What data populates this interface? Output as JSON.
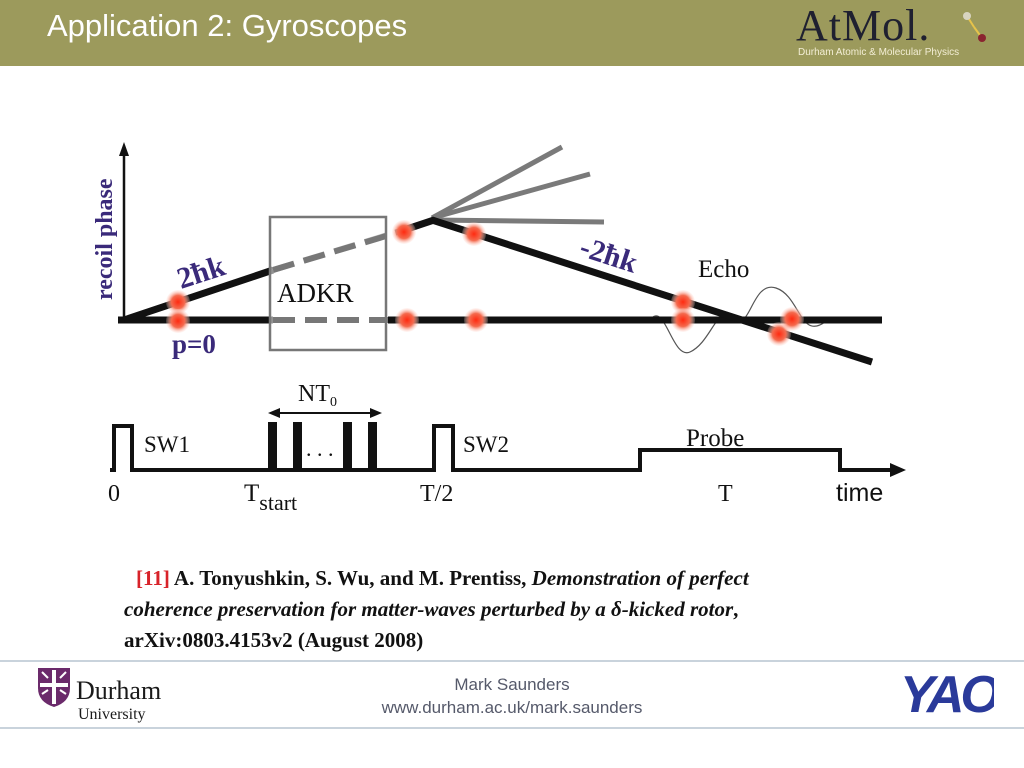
{
  "header": {
    "title": "Application 2: Gyroscopes",
    "logo_text": "AtMol.",
    "logo_subtitle": "Durham Atomic & Molecular Physics",
    "background_color": "#9c9a5c"
  },
  "diagram": {
    "y_axis_label": "recoil phase",
    "label_2hk": "2ħk",
    "label_minus_2hk": "-2ħk",
    "label_p0": "p=0",
    "label_adkr": "ADKR",
    "label_echo": "Echo",
    "label_nt0": "NT",
    "label_nt0_sub": "0",
    "label_sw1": "SW1",
    "label_sw2": "SW2",
    "label_dots": ". . .",
    "label_probe": "Probe",
    "label_0": "0",
    "label_tstart": "T",
    "label_tstart_sub": "start",
    "label_t2": "T/2",
    "label_T": "T",
    "label_time": "time",
    "text_color": "#3a2a7a",
    "dot_color": "#f05a40"
  },
  "citation": {
    "ref": "[11]",
    "authors": "A. Tonyushkin, S. Wu, and M. Prentiss,",
    "title_line1": "Demonstration of perfect",
    "title_line2": "coherence preservation for matter-waves perturbed by a δ-kicked rotor",
    "comma": ",",
    "arxiv": "arXiv:0803.4153v2 (August 2008)"
  },
  "footer": {
    "institution": "Durham",
    "institution_sub": "University",
    "author": "Mark Saunders",
    "url": "www.durham.ac.uk/mark.saunders",
    "group_logo_text": "YAO"
  }
}
